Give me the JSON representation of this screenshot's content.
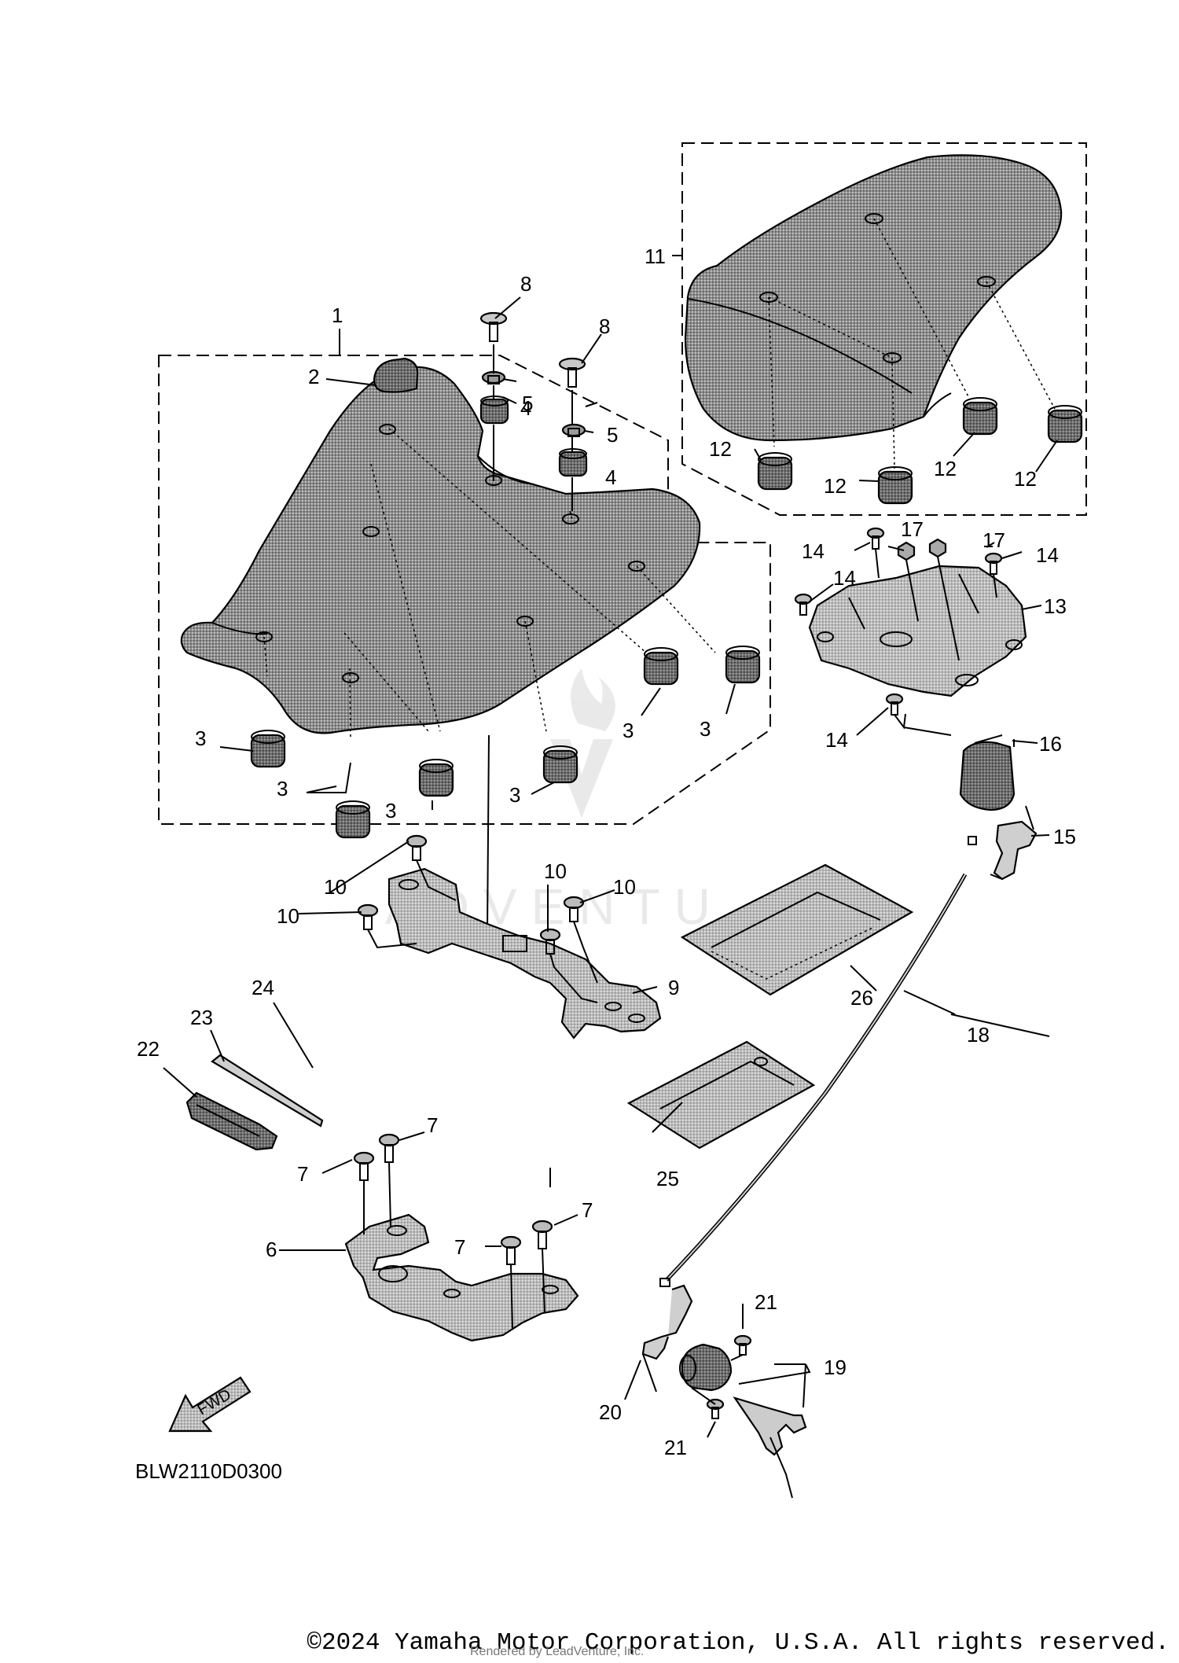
{
  "diagram": {
    "drawing_code": "BLW2110D0300",
    "fwd_label": "FWD",
    "watermark_text": "ADVENTU",
    "callouts": {
      "c1": "1",
      "c2": "2",
      "c3a": "3",
      "c3b": "3",
      "c3c": "3",
      "c3d": "3",
      "c3e": "3",
      "c3f": "3",
      "c4a": "4",
      "c4b": "4",
      "c5a": "5",
      "c5b": "5",
      "c6": "6",
      "c7a": "7",
      "c7b": "7",
      "c7c": "7",
      "c7d": "7",
      "c8a": "8",
      "c8b": "8",
      "c9": "9",
      "c10a": "10",
      "c10b": "10",
      "c10c": "10",
      "c10d": "10",
      "c11": "11",
      "c12a": "12",
      "c12b": "12",
      "c12c": "12",
      "c12d": "12",
      "c13": "13",
      "c14a": "14",
      "c14b": "14",
      "c14c": "14",
      "c14d": "14",
      "c15": "15",
      "c16": "16",
      "c17a": "17",
      "c17b": "17",
      "c18": "18",
      "c19": "19",
      "c20": "20",
      "c21a": "21",
      "c21b": "21",
      "c22": "22",
      "c23": "23",
      "c24": "24",
      "c25": "25",
      "c26": "26"
    }
  },
  "footer": {
    "copyright": "©2024 Yamaha Motor Corporation, U.S.A. All rights reserved.",
    "render_credit": "Rendered by LeadVenture, Inc."
  }
}
